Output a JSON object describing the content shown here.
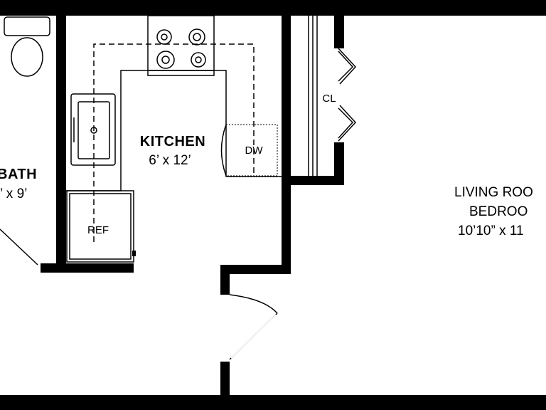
{
  "rooms": {
    "bath": {
      "name": "BATH",
      "dims": "’ x 9’"
    },
    "kitchen": {
      "name": "KITCHEN",
      "dims": "6’ x 12’"
    },
    "living": {
      "line1": "LIVING ROO",
      "line2": "BEDROO",
      "dims": "10’10” x 11"
    }
  },
  "fixtures": {
    "dishwasher": "DW",
    "refrigerator": "REF",
    "closet": "CL"
  },
  "colors": {
    "wall": "#000000",
    "background": "#ffffff"
  }
}
